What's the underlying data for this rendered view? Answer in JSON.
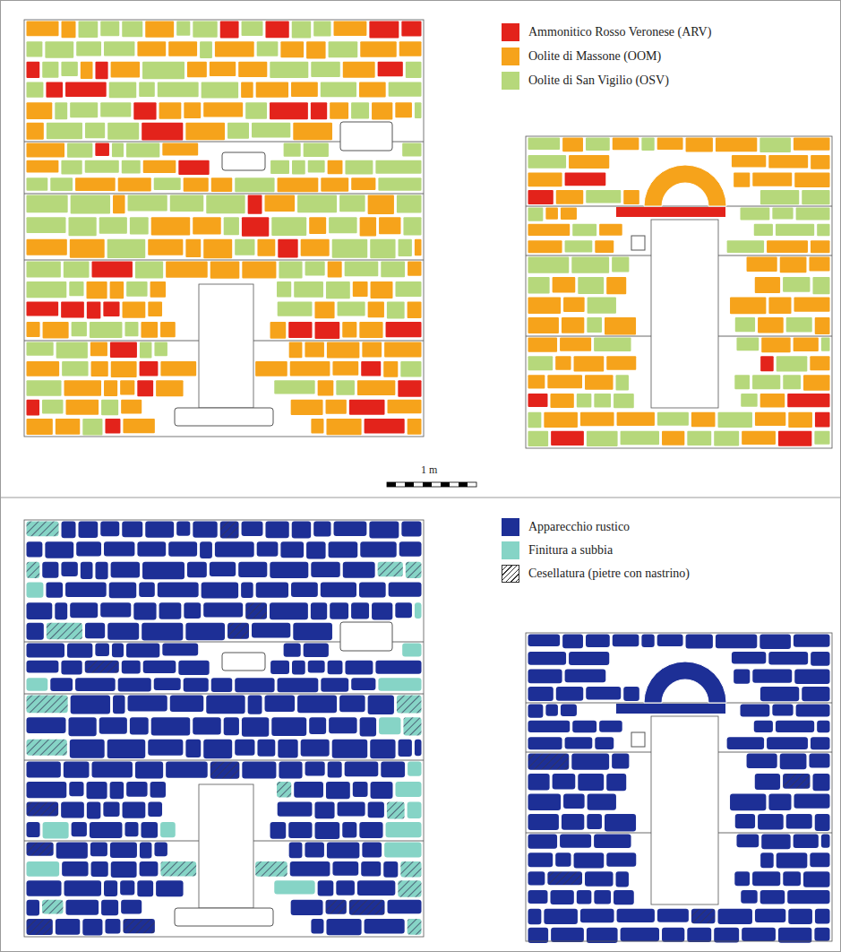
{
  "diagram": {
    "labels": [
      "1 m"
    ],
    "legend": [
      {
        "text": "Ammonitico Rosso Veronese (ARV)",
        "color": "#e3231b"
      },
      {
        "text": "Oolite di Massone (OOM)",
        "color": "#f6a31b"
      },
      {
        "text": "Oolite di San Vigilio (OSV)",
        "color": "#b6d87b"
      },
      {
        "text": "Apparecchio rustico",
        "color": "#1d2f96"
      },
      {
        "text": "Finitura a subbia",
        "color": "#86d4c6"
      },
      {
        "text": "Cesellatura (pietre con nastrino)"
      }
    ]
  }
}
